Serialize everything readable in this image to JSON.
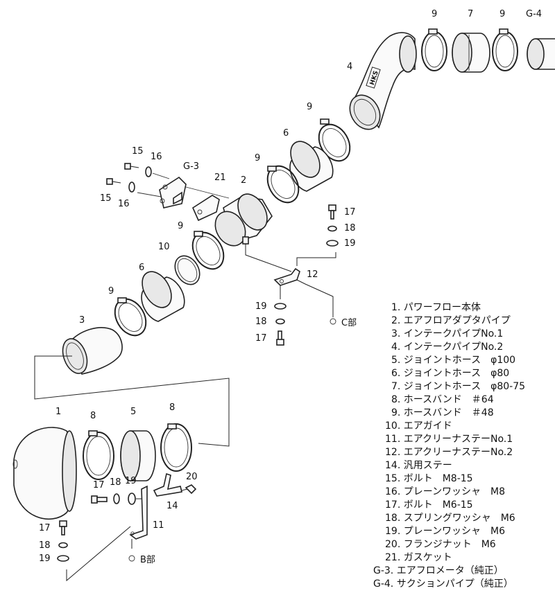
{
  "callouts": {
    "n9_top_a": "9",
    "n7_top": "7",
    "n9_top_b": "9",
    "g4_label": "G-4",
    "n4": "4",
    "n9_mid_a": "9",
    "n6_mid": "6",
    "n9_mid_b": "9",
    "n2": "2",
    "n15_a": "15",
    "n16_a": "16",
    "g3_label": "G-3",
    "n21": "21",
    "n15_b": "15",
    "n16_b": "16",
    "n9_low": "9",
    "n10": "10",
    "n6_low": "6",
    "n9_lowest": "9",
    "n3": "3",
    "n17_r": "17",
    "n18_r": "18",
    "n19_r": "19",
    "n12": "12",
    "n19_c": "19",
    "n18_c": "18",
    "n17_c": "17",
    "c_part": "C部",
    "n1": "1",
    "n8_a": "8",
    "n5": "5",
    "n8_b": "8",
    "n17_b": "17",
    "n18_b": "18",
    "n19_b": "19",
    "n20": "20",
    "n14": "14",
    "n11": "11",
    "n17_l": "17",
    "n18_l": "18",
    "n19_l": "19",
    "b_part": "B部"
  },
  "parts_list": [
    "1. パワーフロー本体",
    "2. エアフロアダプタパイプ",
    "3. インテークパイプNo.1",
    "4. インテークパイプNo.2",
    "5. ジョイントホース　φ100",
    "6. ジョイントホース　φ80",
    "7. ジョイントホース　φ80-75",
    "8. ホースバンド　＃64",
    "9. ホースバンド　＃48",
    "10. エアガイド",
    "11. エアクリーナステーNo.1",
    "12. エアクリーナステーNo.2",
    "14. 汎用ステー",
    "15. ボルト　M8-15",
    "16. プレーンワッシャ　M8",
    "17. ボルト　M6-15",
    "18. スプリングワッシャ　M6",
    "19. プレーンワッシャ　M6",
    "20. フランジナット　M6",
    "21. ガスケット",
    "G-3. エアフロメータ（純正）",
    "G-4. サクションパイプ（純正）"
  ],
  "logo_text": "HKS"
}
